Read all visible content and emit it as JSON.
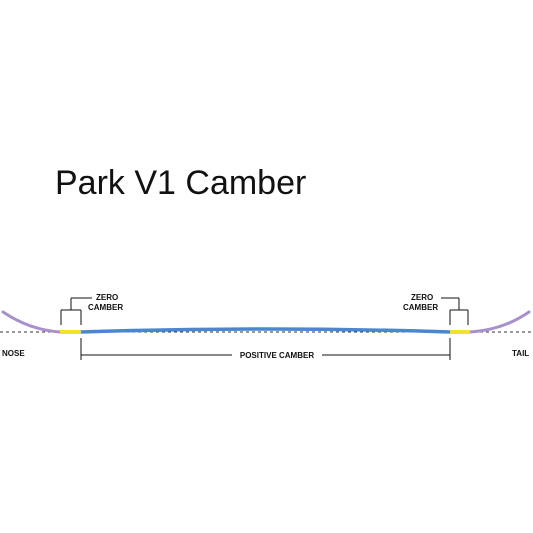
{
  "title": "Park V1 Camber",
  "labels": {
    "zero": "ZERO",
    "camber": "CAMBER",
    "nose": "NOSE",
    "tail": "TAIL",
    "positive_camber": "POSITIVE CAMBER"
  },
  "colors": {
    "rocker_profile": "#a98fcc",
    "zero_camber_segment": "#f2e22c",
    "camber_profile": "#4a86d1",
    "baseline": "#333333",
    "text": "#111111"
  }
}
